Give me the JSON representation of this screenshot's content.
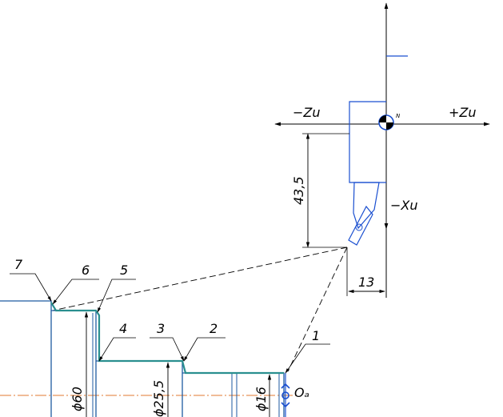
{
  "axes": {
    "minus_z": "−Zu",
    "plus_z": "+Zu",
    "minus_x": "−Xu"
  },
  "tool_point_label": "N",
  "dimensions": {
    "vertical_offset": "43,5",
    "horizontal_offset": "13",
    "diameter_60": "ϕ60",
    "diameter_25_5": "ϕ25,5",
    "diameter_16": "ϕ16"
  },
  "origin_label": "Oₐ",
  "point_labels": [
    "1",
    "2",
    "3",
    "4",
    "5",
    "6",
    "7"
  ],
  "colors": {
    "line": "#000000",
    "part_outline": "#1e5aa0",
    "tool_outline": "#1a4fd0",
    "highlight": "#2a8f8f",
    "axis_line": "#e07a30"
  }
}
